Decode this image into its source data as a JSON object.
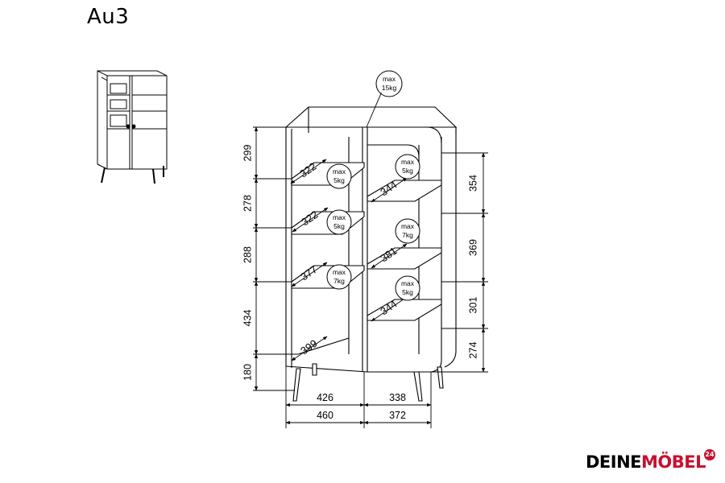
{
  "model_code": "Au3",
  "brand": {
    "part1": "DEINE",
    "part2": "MÖBEL",
    "badge": "24",
    "accent": "#c8102e"
  },
  "top_load": {
    "line1": "max",
    "line2": "15kg"
  },
  "left_heights": [
    "299",
    "278",
    "288",
    "434",
    "180"
  ],
  "right_heights": [
    "354",
    "369",
    "301",
    "274"
  ],
  "left_shelf_depths": [
    "322",
    "322",
    "377",
    "399"
  ],
  "right_shelf_depths": [
    "344",
    "381",
    "344"
  ],
  "left_shelf_loads": [
    {
      "line1": "max",
      "line2": "5kg"
    },
    {
      "line1": "max",
      "line2": "5kg"
    },
    {
      "line1": "max",
      "line2": "7kg"
    }
  ],
  "right_shelf_loads": [
    {
      "line1": "max",
      "line2": "5kg"
    },
    {
      "line1": "max",
      "line2": "7kg"
    },
    {
      "line1": "max",
      "line2": "5kg"
    }
  ],
  "bottom_widths": {
    "left_inner": "426",
    "right_inner": "338",
    "left_outer": "460",
    "right_outer": "372"
  }
}
